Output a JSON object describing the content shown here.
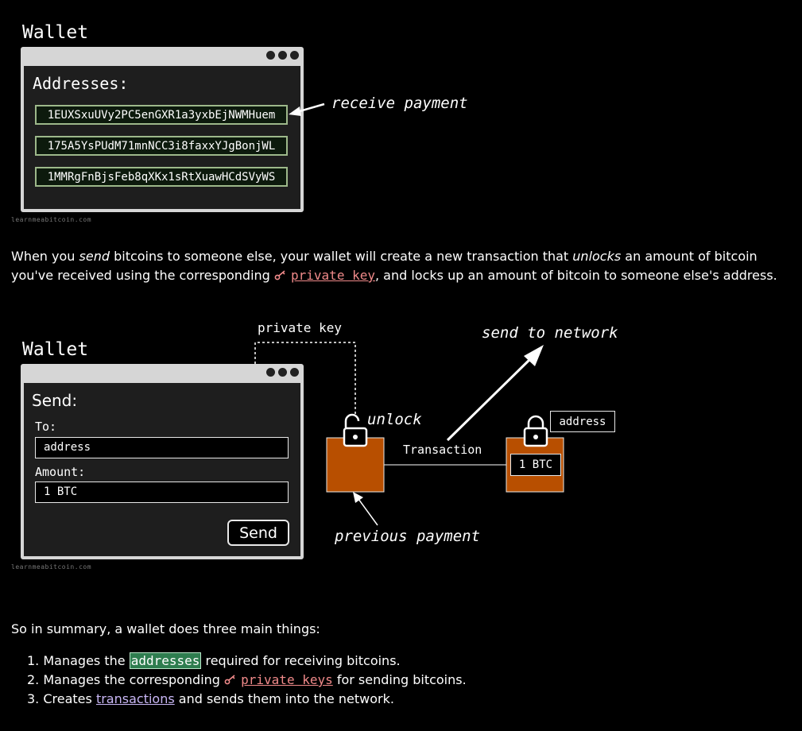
{
  "wallet1": {
    "title": "Wallet",
    "addresses_label": "Addresses:",
    "addresses": [
      "1EUXSxuUVy2PC5enGXR1a3yxbEjNWMHuem",
      "175A5YsPUdM71mnNCC3i8faxxYJgBonjWL",
      "1MMRgFnBjsFeb8qXKx1sRtXuawHCdSVyWS"
    ],
    "annotation": "receive payment",
    "credit": "learnmeabitcoin.com"
  },
  "paragraph1": {
    "t1": "When you ",
    "t2": "send",
    "t3": " bitcoins to someone else, your wallet will create a new transaction that ",
    "t4": "unlocks",
    "t5": " an amount of bitcoin",
    "t6": "you've received using the corresponding ",
    "key_link": "private key",
    "t7": ", and locks up an amount of bitcoin to someone else's address."
  },
  "wallet2": {
    "title": "Wallet",
    "send_label": "Send:",
    "to_label": "To:",
    "to_value": "address",
    "amount_label": "Amount:",
    "amount_value": "1 BTC",
    "send_button": "Send",
    "credit": "learnmeabitcoin.com"
  },
  "diagram": {
    "private_key_label": "private key",
    "unlock_label": "unlock",
    "send_to_network": "send to network",
    "transaction_label": "Transaction",
    "address_label": "address",
    "output_value": "1 BTC",
    "previous_payment": "previous payment",
    "colors": {
      "utxo_box": "#b84f00",
      "border": "#e8e8e8"
    }
  },
  "summary": {
    "intro": "So in summary, a wallet does three main things:",
    "item1": {
      "num": "1.",
      "a": "Manages the ",
      "highlight": "addresses",
      "b": " required for receiving bitcoins."
    },
    "item2": {
      "num": "2.",
      "a": "Manages the corresponding ",
      "link": "private keys",
      "b": " for sending bitcoins."
    },
    "item3": {
      "num": "3.",
      "a": "Creates ",
      "link": "transactions",
      "b": " and sends them into the network."
    }
  }
}
